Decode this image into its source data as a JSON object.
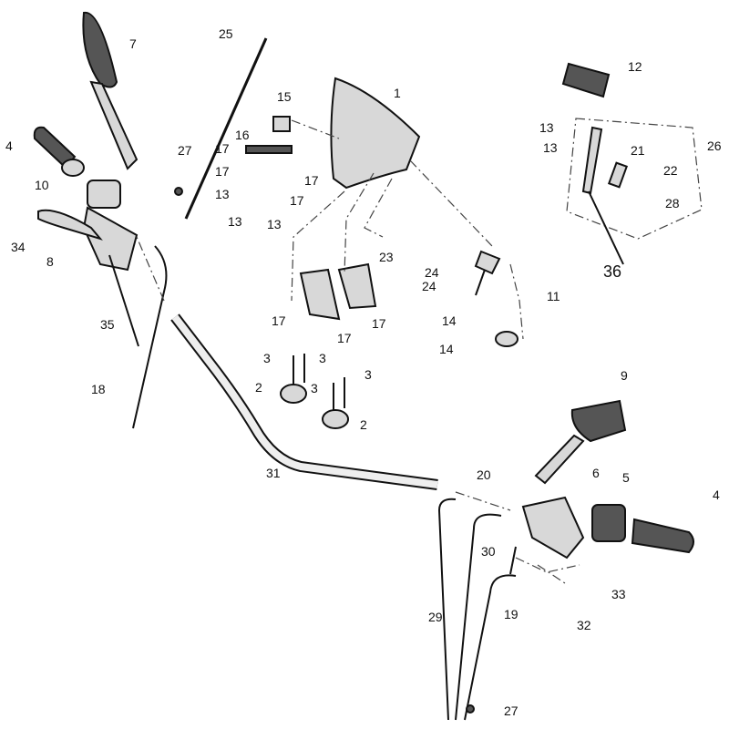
{
  "diagram": {
    "title": "Handlebar assembly exploded parts view",
    "callouts": [
      "1",
      "2",
      "2",
      "3",
      "3",
      "3",
      "3",
      "4",
      "4",
      "5",
      "6",
      "7",
      "8",
      "9",
      "10",
      "11",
      "12",
      "13",
      "13",
      "13",
      "13",
      "13",
      "14",
      "14",
      "15",
      "16",
      "17",
      "17",
      "17",
      "17",
      "17",
      "17",
      "17",
      "18",
      "19",
      "20",
      "21",
      "22",
      "23",
      "24",
      "24",
      "25",
      "26",
      "27",
      "27",
      "28",
      "29",
      "30",
      "31",
      "32",
      "33",
      "34",
      "35",
      "36"
    ]
  }
}
